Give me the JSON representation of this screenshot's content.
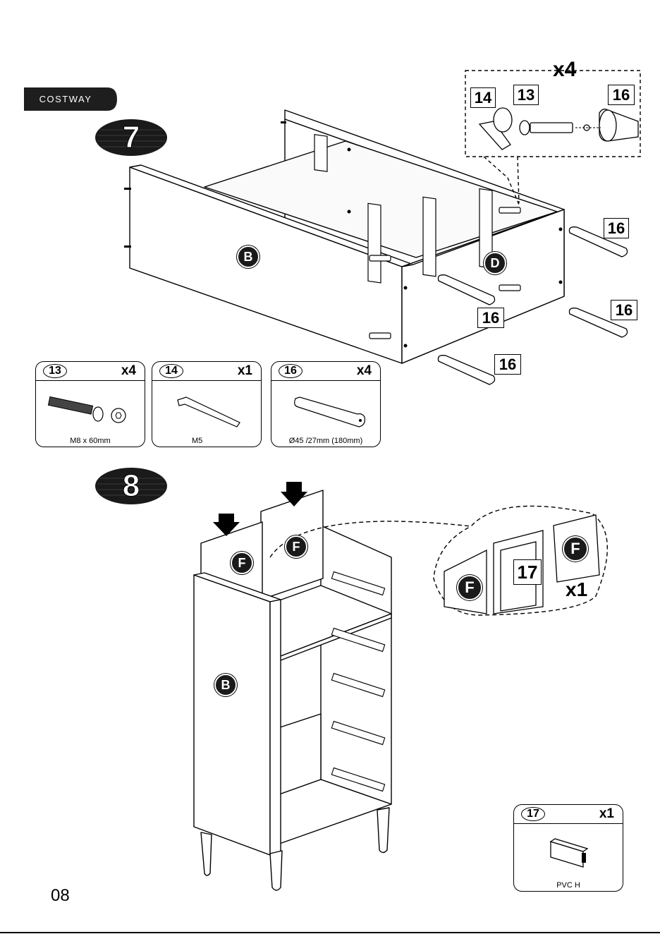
{
  "brand": {
    "name": "COSTWAY"
  },
  "page_number": "08",
  "step7": {
    "number": "7",
    "panel_labels": {
      "b": "B",
      "d": "D"
    },
    "detail": {
      "multiplier": "x4",
      "ids": [
        "14",
        "13",
        "16"
      ]
    },
    "leg_callouts": [
      "16",
      "16",
      "16",
      "16"
    ],
    "parts": [
      {
        "id": "13",
        "qty": "x4",
        "spec": "M8 x 60mm"
      },
      {
        "id": "14",
        "qty": "x1",
        "spec": "M5"
      },
      {
        "id": "16",
        "qty": "x4",
        "spec": "Ø45 /27mm (180mm)"
      }
    ]
  },
  "step8": {
    "number": "8",
    "panel_labels": {
      "b": "B",
      "f1": "F",
      "f2": "F"
    },
    "detail": {
      "id": "17",
      "qty": "x1",
      "f_left": "F",
      "f_right": "F"
    },
    "part": {
      "id": "17",
      "qty": "x1",
      "spec": "PVC H"
    }
  },
  "colors": {
    "ink": "#000000",
    "badge": "#1a1a1a",
    "paper": "#ffffff"
  }
}
